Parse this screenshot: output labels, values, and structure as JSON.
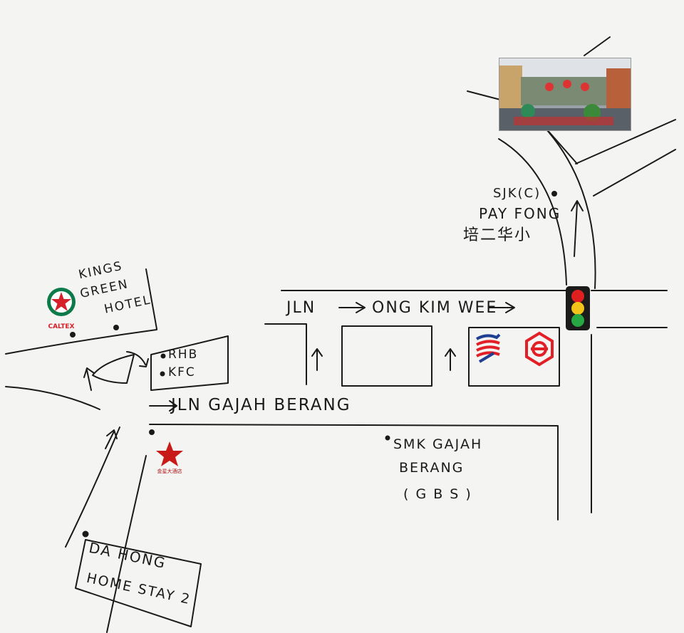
{
  "streets": {
    "ong_kim_wee_prefix": "JLN",
    "ong_kim_wee": "ONG KIM WEE",
    "gajah_berang": "JLN GAJAH BERANG"
  },
  "landmarks": {
    "school_pay_fong": [
      "SJK(C)",
      "PAY FONG",
      "培二华小"
    ],
    "hotel": [
      "KINGS",
      "GREEN",
      "HOTEL"
    ],
    "caltex": "CALTEX",
    "rhb": "RHB",
    "kfc": "KFC",
    "smk": [
      "SMK GAJAH",
      "BERANG",
      "( G B S )"
    ],
    "homestay": [
      "DA HONG",
      "HOME STAY 2"
    ],
    "hotel_logo_text": "金星大酒店"
  },
  "colors": {
    "ink": "#1a1a1a",
    "caltex_red": "#d6202a",
    "caltex_green": "#0d7a4a",
    "bank_red": "#e21e26",
    "bank_blue": "#1f3f93",
    "light_red": "#e02020",
    "light_yellow": "#f2c318",
    "light_green": "#27a843"
  },
  "icons": [
    "caltex-logo-icon",
    "bank-logo-icon",
    "transit-logo-icon",
    "traffic-light-icon",
    "star-hotel-logo-icon",
    "street-photo"
  ]
}
